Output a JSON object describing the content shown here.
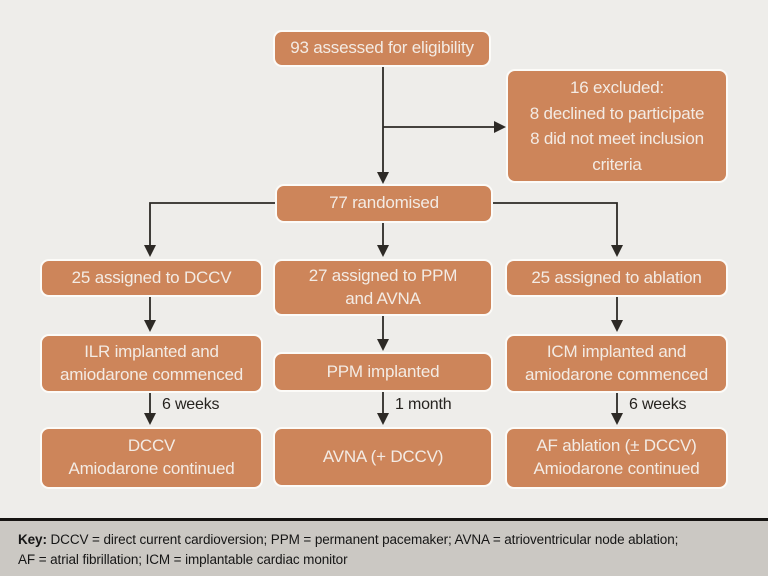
{
  "diagram": {
    "title_context": "Trial flow diagram",
    "nodes": {
      "assessed": {
        "text": "93 assessed for eligibility"
      },
      "excluded": {
        "text": "16 excluded:\n8 declined to participate\n8 did not meet inclusion\ncriteria"
      },
      "randomised": {
        "text": "77 randomised"
      },
      "assigned_dccv": {
        "text": "25 assigned to DCCV"
      },
      "assigned_ppm": {
        "text": "27 assigned to PPM\nand AVNA"
      },
      "assigned_ablation": {
        "text": "25 assigned to ablation"
      },
      "ilr": {
        "text": "ILR implanted and\namiodarone commenced"
      },
      "ppm_implanted": {
        "text": "PPM implanted"
      },
      "icm": {
        "text": "ICM implanted and\namiodarone commenced"
      },
      "dccv_continued": {
        "text": "DCCV\nAmiodarone continued"
      },
      "avna": {
        "text": "AVNA (+ DCCV)"
      },
      "af_ablation": {
        "text": "AF ablation (± DCCV)\nAmiodarone continued"
      }
    },
    "edge_labels": {
      "left": "6 weeks",
      "middle": "1 month",
      "right": "6 weeks"
    },
    "key": {
      "label": "Key:",
      "text": "DCCV = direct current cardioversion; PPM = permanent pacemaker; AVNA = atrioventricular node ablation;\nAF = atrial fibrillation; ICM = implantable cardiac monitor"
    },
    "colors": {
      "node_fill": "#cd855a",
      "node_border": "#fcfbf8",
      "node_text": "#f3ebe4",
      "background": "#eeedea",
      "key_background": "#cbc8c3",
      "line": "#2d2a26"
    }
  }
}
